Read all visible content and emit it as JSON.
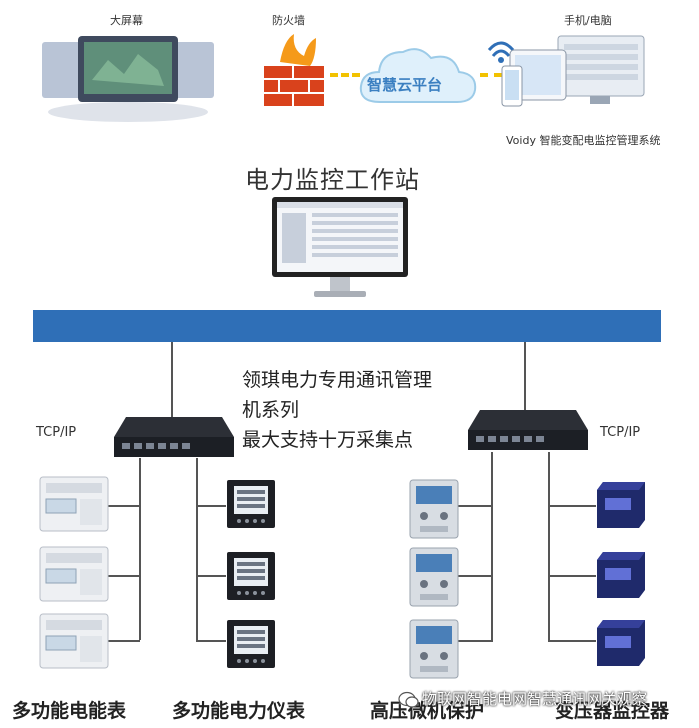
{
  "top": {
    "big_screen": "大屏幕",
    "firewall": "防火墙",
    "cloud": "智慧云平台",
    "mobile_pc": "手机/电脑",
    "system_name": "Voidy 智能变配电监控管理系统"
  },
  "workstation": {
    "title": "电力监控工作站"
  },
  "overlay_text": {
    "line1": "领琪电力专用通讯管理",
    "line2": "机系列",
    "line3": "最大支持十万采集点"
  },
  "protocol": {
    "left": "TCP/IP",
    "right": "TCP/IP"
  },
  "devices": {
    "meter_a": "多功能电能表",
    "meter_b": "多功能电力仪表",
    "protection": "高压微机保护",
    "transformer": "变压器监控器"
  },
  "watermark": "物联网智能电网智慧通讯网关观察",
  "colors": {
    "bus": "#2f6fb7",
    "dash": "#f2c200",
    "cloud": "#dff0fb"
  }
}
